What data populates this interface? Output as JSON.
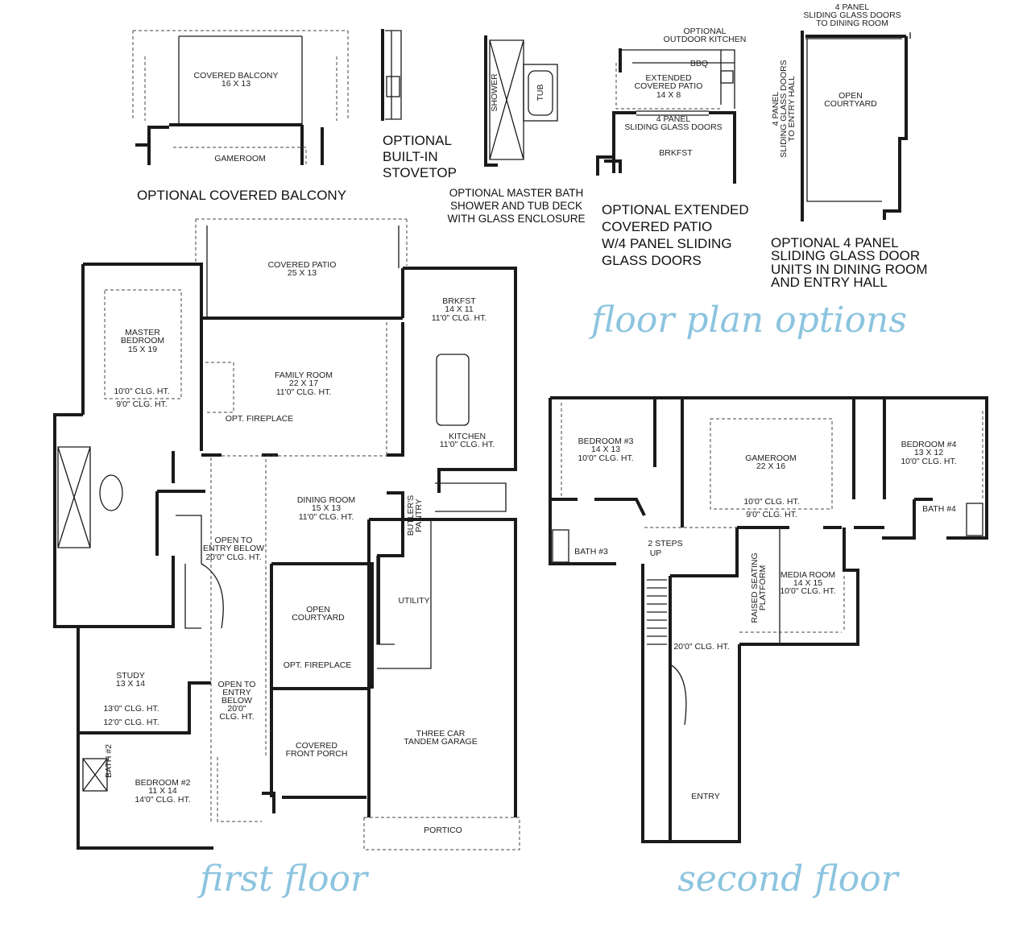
{
  "colors": {
    "heading": "#8cc4df",
    "walls": "#1a1a1a"
  },
  "options": {
    "heading": "floor plan options",
    "balcony": {
      "room": [
        "COVERED BALCONY",
        "16 X 13"
      ],
      "gameroom": "GAMEROOM",
      "caption": "OPTIONAL COVERED BALCONY"
    },
    "stovetop": {
      "caption": [
        "OPTIONAL",
        "BUILT-IN",
        "STOVETOP"
      ]
    },
    "master_bath": {
      "shower": "SHOWER",
      "tub": "TUB",
      "caption": [
        "OPTIONAL MASTER BATH",
        "SHOWER AND TUB DECK",
        "WITH GLASS ENCLOSURE"
      ]
    },
    "extended_patio": {
      "kitchen": [
        "OPTIONAL",
        "OUTDOOR KITCHEN"
      ],
      "bbq": "BBQ",
      "room": [
        "EXTENDED",
        "COVERED PATIO",
        "14 X 8"
      ],
      "doors": [
        "4 PANEL",
        "SLIDING GLASS DOORS"
      ],
      "brkfst": "BRKFST",
      "caption": [
        "OPTIONAL EXTENDED",
        "COVERED PATIO",
        "W/4 PANEL SLIDING",
        "GLASS DOORS"
      ]
    },
    "sliding_doors": {
      "top": [
        "4 PANEL",
        "SLIDING GLASS DOORS",
        "TO DINING ROOM"
      ],
      "side": [
        "4 PANEL",
        "SLIDING GLASS DOORS",
        "TO ENTRY HALL"
      ],
      "room": [
        "OPEN",
        "COURTYARD"
      ],
      "caption": [
        "OPTIONAL 4 PANEL",
        "SLIDING GLASS DOOR",
        "UNITS IN DINING ROOM",
        "AND ENTRY HALL"
      ]
    }
  },
  "first_floor": {
    "title": "first floor",
    "covered_patio": [
      "COVERED PATIO",
      "25 X 13"
    ],
    "master_bedroom": [
      "MASTER",
      "BEDROOM",
      "15 X 19"
    ],
    "master_clg": [
      "10'0\" CLG. HT.",
      "9'0\" CLG. HT."
    ],
    "family_room": [
      "FAMILY ROOM",
      "22 X 17",
      "11'0\" CLG. HT."
    ],
    "opt_fireplace": "OPT. FIREPLACE",
    "brkfst": [
      "BRKFST",
      "14 X 11",
      "11'0\" CLG. HT."
    ],
    "kitchen": [
      "KITCHEN",
      "11'0\" CLG. HT."
    ],
    "dining_room": [
      "DINING ROOM",
      "15 X 13",
      "11'0\" CLG. HT."
    ],
    "butlers_pantry": [
      "BUTLER'S",
      "PANTRY"
    ],
    "open_entry_upper": [
      "OPEN TO",
      "ENTRY BELOW",
      "20'0\" CLG. HT."
    ],
    "open_courtyard": [
      "OPEN",
      "COURTYARD"
    ],
    "utility": "UTILITY",
    "courtyard_fireplace": "OPT. FIREPLACE",
    "study": [
      "STUDY",
      "13 X 14",
      "13'0\" CLG. HT.",
      "12'0\" CLG. HT."
    ],
    "open_entry_lower": [
      "OPEN TO",
      "ENTRY",
      "BELOW",
      "20'0\"",
      "CLG. HT."
    ],
    "front_porch": [
      "COVERED",
      "FRONT PORCH"
    ],
    "garage": [
      "THREE CAR",
      "TANDEM GARAGE"
    ],
    "bath2": "BATH #2",
    "bedroom2": [
      "BEDROOM #2",
      "11 X 14",
      "14'0\" CLG. HT."
    ],
    "portico": "PORTICO"
  },
  "second_floor": {
    "title": "second floor",
    "bedroom3": [
      "BEDROOM #3",
      "14 X 13",
      "10'0\" CLG. HT."
    ],
    "gameroom": [
      "GAMEROOM",
      "22 X 16"
    ],
    "gameroom_clg": [
      "10'0\" CLG. HT.",
      "9'0\" CLG. HT."
    ],
    "bedroom4": [
      "BEDROOM #4",
      "13 X 12",
      "10'0\" CLG. HT."
    ],
    "bath4": "BATH #4",
    "bath3": "BATH #3",
    "steps": [
      "2 STEPS",
      "UP"
    ],
    "raised_seating": [
      "RAISED SEATING",
      "PLATFORM"
    ],
    "media_room": [
      "MEDIA ROOM",
      "14 X 15",
      "10'0\" CLG. HT."
    ],
    "stair_clg": "20'0\" CLG. HT.",
    "entry": "ENTRY"
  }
}
